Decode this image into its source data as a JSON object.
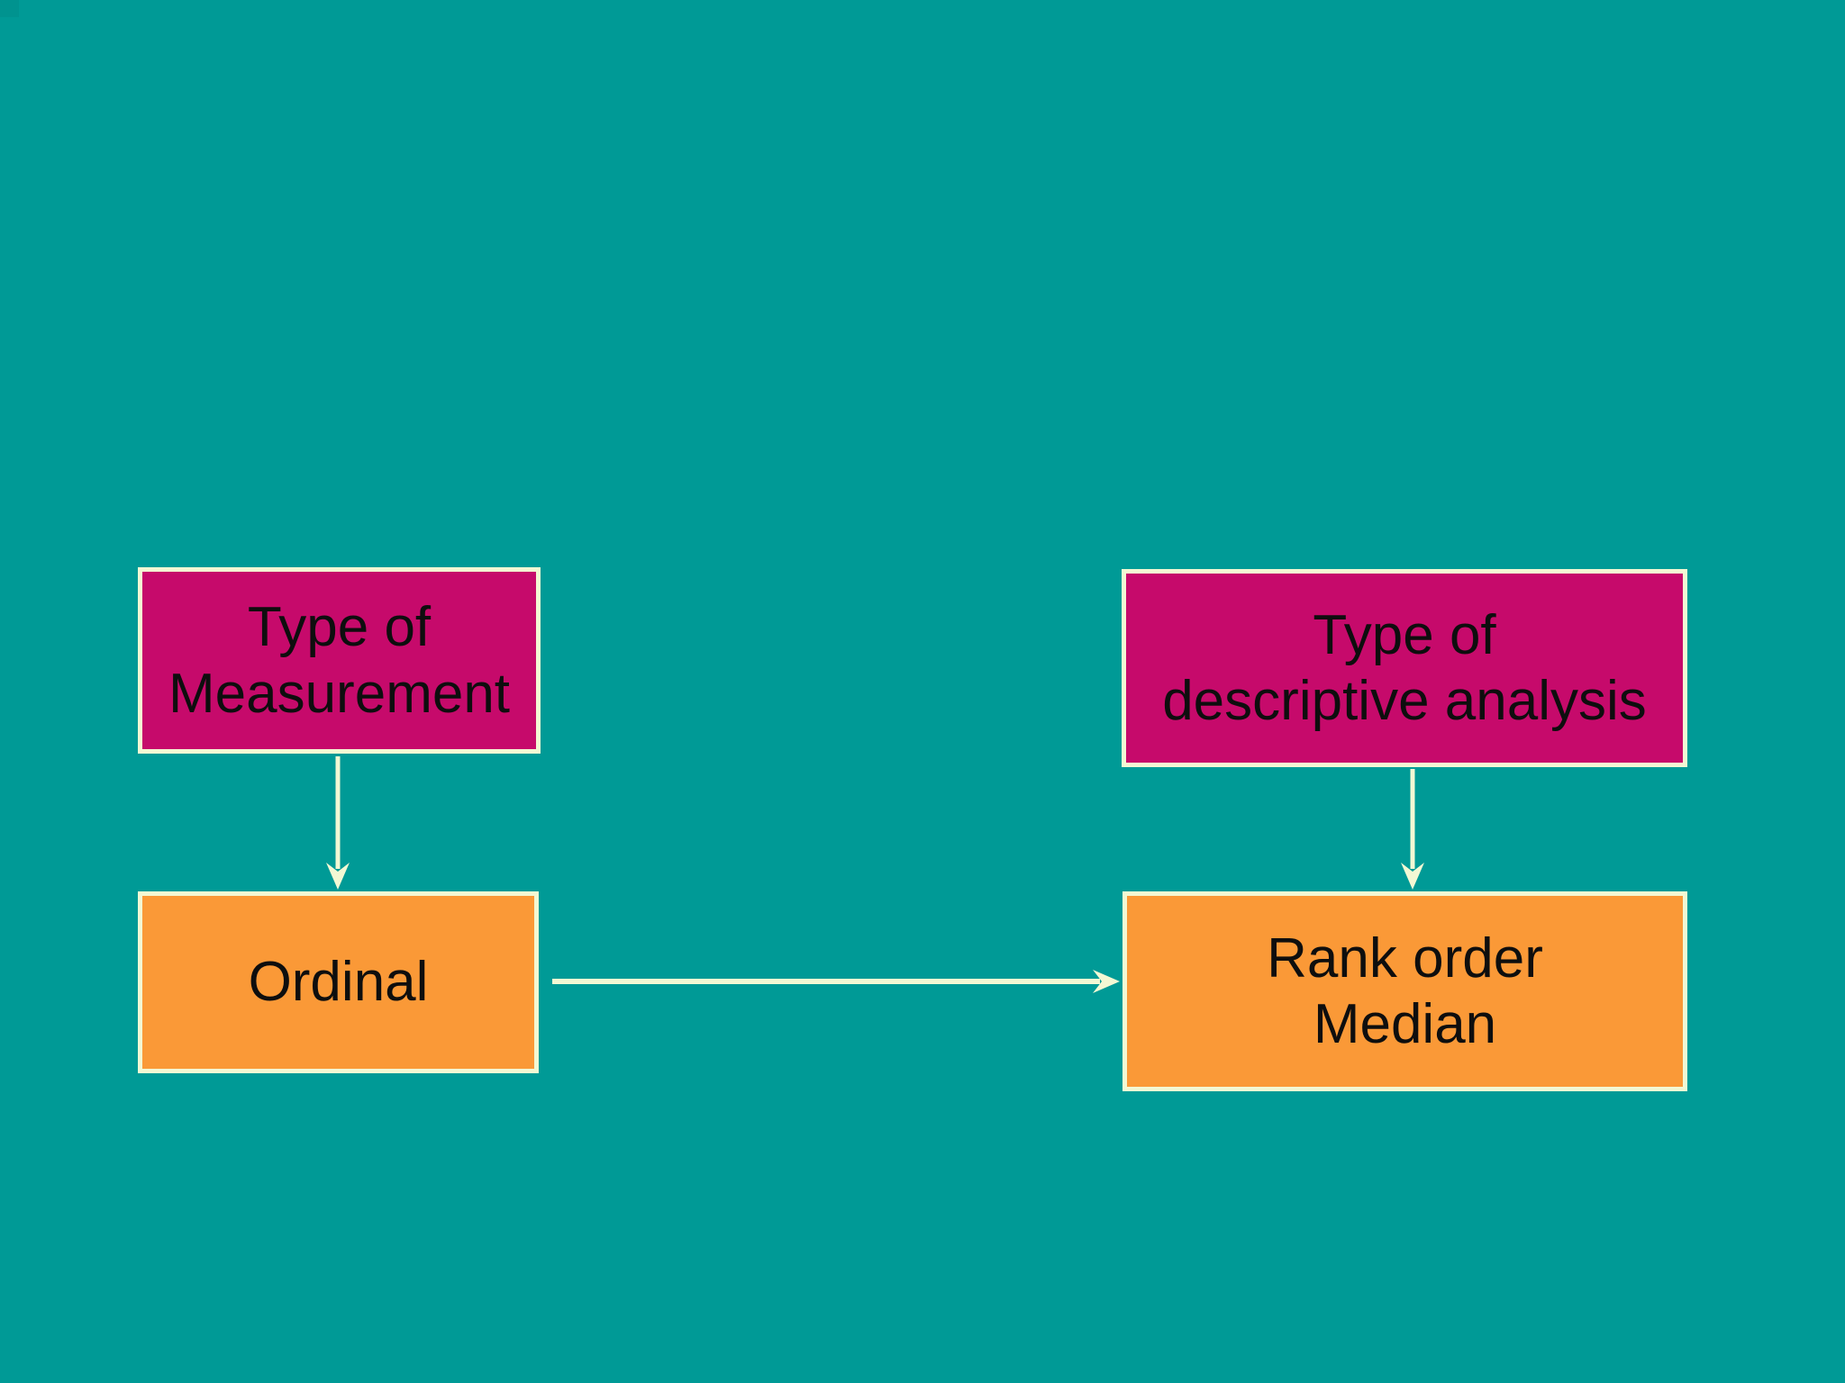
{
  "slide": {
    "colors": {
      "background": "#009A96",
      "corner_patch": "#00938F",
      "magenta_fill": "#C60A6B",
      "orange_fill": "#FA9937",
      "box_border": "#F3F8D4",
      "arrow": "#F3F8D4",
      "text": "#0E0E0E"
    },
    "nodes": [
      {
        "id": "type-of-measurement",
        "fill": "magenta",
        "lines": [
          "Type of",
          "Measurement"
        ]
      },
      {
        "id": "ordinal",
        "fill": "orange",
        "lines": [
          "Ordinal"
        ]
      },
      {
        "id": "type-of-descriptive-analysis",
        "fill": "magenta",
        "lines": [
          "Type of",
          "descriptive analysis"
        ]
      },
      {
        "id": "rank-order-median",
        "fill": "orange",
        "lines": [
          "Rank order",
          "Median"
        ]
      }
    ],
    "edges": [
      {
        "from": "type-of-measurement",
        "to": "ordinal",
        "direction": "down"
      },
      {
        "from": "type-of-descriptive-analysis",
        "to": "rank-order-median",
        "direction": "down"
      },
      {
        "from": "ordinal",
        "to": "rank-order-median",
        "direction": "right"
      }
    ]
  }
}
